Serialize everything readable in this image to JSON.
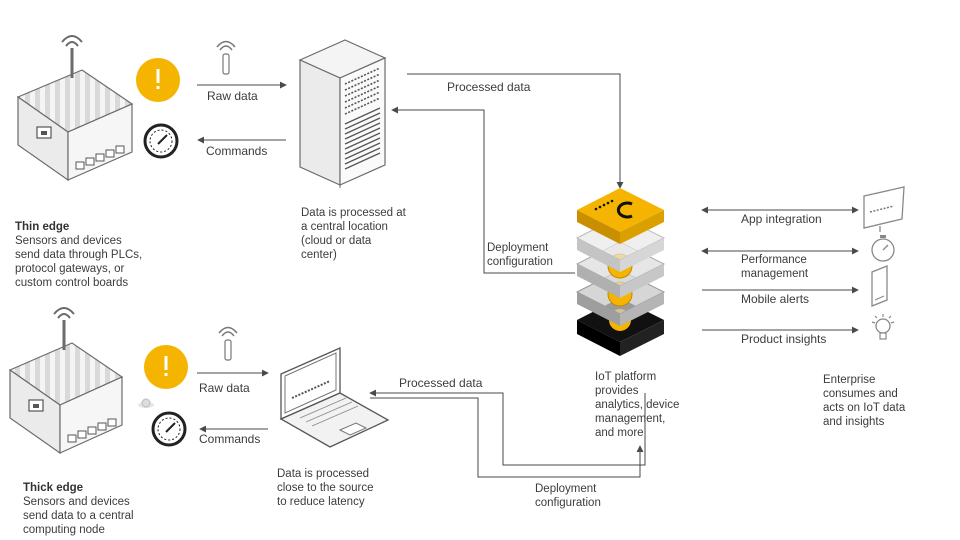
{
  "thin_edge": {
    "title": "Thin edge",
    "description": "Sensors and devices\nsend data through PLCs,\nprotocol gateways, or\ncustom control boards",
    "raw_data": "Raw data",
    "commands": "Commands"
  },
  "cloud": {
    "description": "Data is processed at\na central location\n(cloud or data\ncenter)",
    "processed_data": "Processed data",
    "deployment": "Deployment\nconfiguration"
  },
  "thick_edge": {
    "title": "Thick edge",
    "description": "Sensors and devices\nsend data to a central\ncomputing node",
    "raw_data": "Raw data",
    "commands": "Commands"
  },
  "laptop": {
    "description": "Data is processed\nclose to the source\nto reduce latency",
    "processed_data": "Processed data",
    "deployment": "Deployment\nconfiguration"
  },
  "platform": {
    "description": "IoT platform\nprovides\nanalytics, device\nmanagement,\nand more"
  },
  "enterprise": {
    "app_integration": "App integration",
    "performance": "Performance\nmanagement",
    "mobile_alerts": "Mobile alerts",
    "product_insights": "Product insights",
    "description": "Enterprise\nconsumes and\nacts on IoT data\nand insights"
  },
  "colors": {
    "accent": "#f5b400",
    "line": "#4a4a4a",
    "device": "#6b6b6b"
  }
}
